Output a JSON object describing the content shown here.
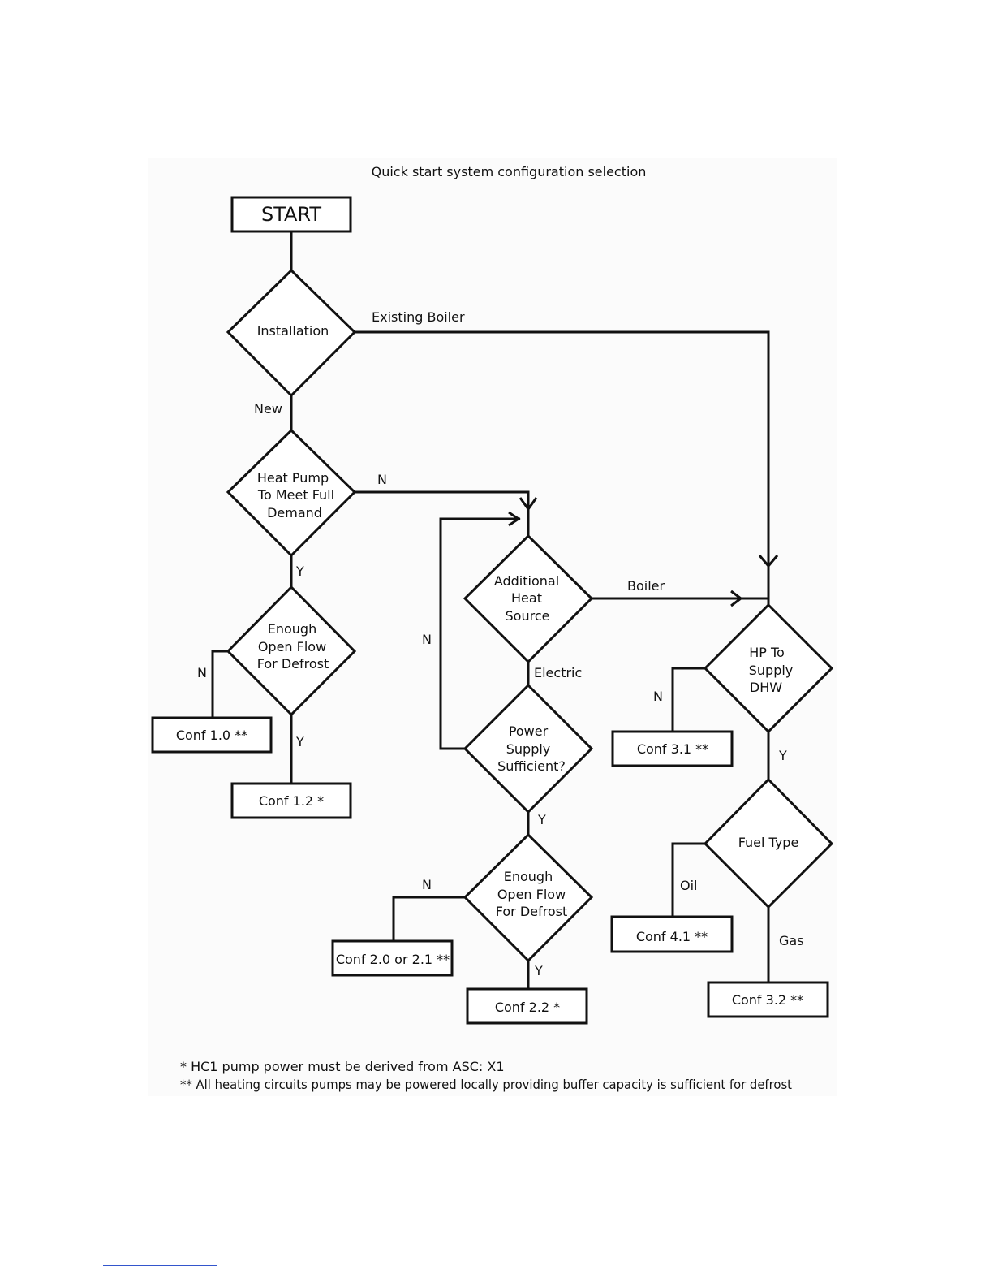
{
  "title": "Quick start system configuration selection",
  "nodes": {
    "start": "START",
    "installation": [
      "Installation"
    ],
    "heat_pump_full_demand": [
      "Heat Pump",
      "To Meet Full",
      "Demand"
    ],
    "enough_flow_1": [
      "Enough",
      "Open Flow",
      "For Defrost"
    ],
    "additional_heat_source": [
      "Additional",
      "Heat",
      "Source"
    ],
    "power_supply": [
      "Power",
      "Supply",
      "Sufficient?"
    ],
    "enough_flow_2": [
      "Enough",
      "Open Flow",
      "For Defrost"
    ],
    "hp_supply_dhw": [
      "HP To",
      "Supply",
      "DHW"
    ],
    "fuel_type": [
      "Fuel Type"
    ],
    "conf_1_0": "Conf 1.0 **",
    "conf_1_2": "Conf 1.2 *",
    "conf_2_0_2_1": "Conf 2.0 or 2.1 **",
    "conf_2_2": "Conf 2.2 *",
    "conf_3_1": "Conf 3.1 **",
    "conf_4_1": "Conf 4.1 **",
    "conf_3_2": "Conf 3.2 **"
  },
  "edges": {
    "existing_boiler": "Existing Boiler",
    "new": "New",
    "hp_n": "N",
    "hp_y": "Y",
    "flow1_n": "N",
    "flow1_y": "Y",
    "boiler": "Boiler",
    "electric": "Electric",
    "power_n": "N",
    "power_y": "Y",
    "flow2_n": "N",
    "flow2_y": "Y",
    "dhw_n": "N",
    "dhw_y": "Y",
    "oil": "Oil",
    "gas": "Gas"
  },
  "footnotes": [
    "* HC1 pump power must be derived from ASC: X1",
    "** All heating circuits pumps may be powered locally providing buffer capacity is sufficient for defrost"
  ]
}
